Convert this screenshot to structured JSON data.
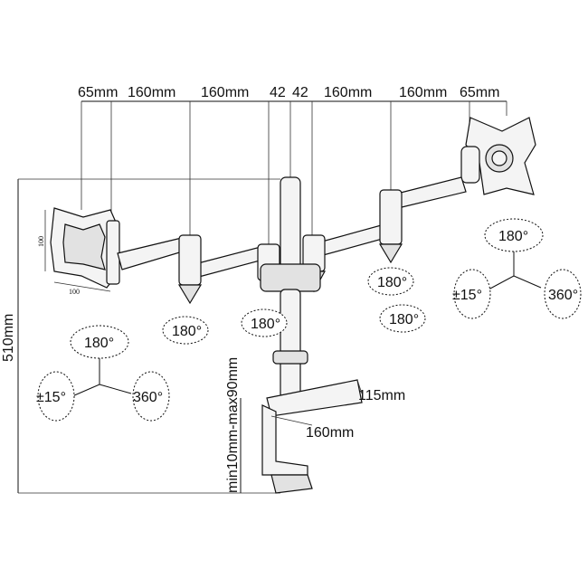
{
  "top_dimensions": [
    "65mm",
    "160mm",
    "160mm",
    "42",
    "42",
    "160mm",
    "160mm",
    "65mm"
  ],
  "height_label": "510mm",
  "clamp_range_label": "min10mm-max90mm",
  "base_depth_label": "115mm",
  "base_width_label": "160mm",
  "vesa_label_vertical": "100",
  "vesa_label_horizontal": "100",
  "rotation_labels": {
    "left_tilt": "180°",
    "left_swivel": "±15°",
    "left_rotate": "360°",
    "right_tilt": "180°",
    "right_swivel": "±15°",
    "right_rotate": "360°",
    "joint_1": "180°",
    "joint_2": "180°",
    "joint_3": "180°",
    "joint_4": "180°"
  }
}
